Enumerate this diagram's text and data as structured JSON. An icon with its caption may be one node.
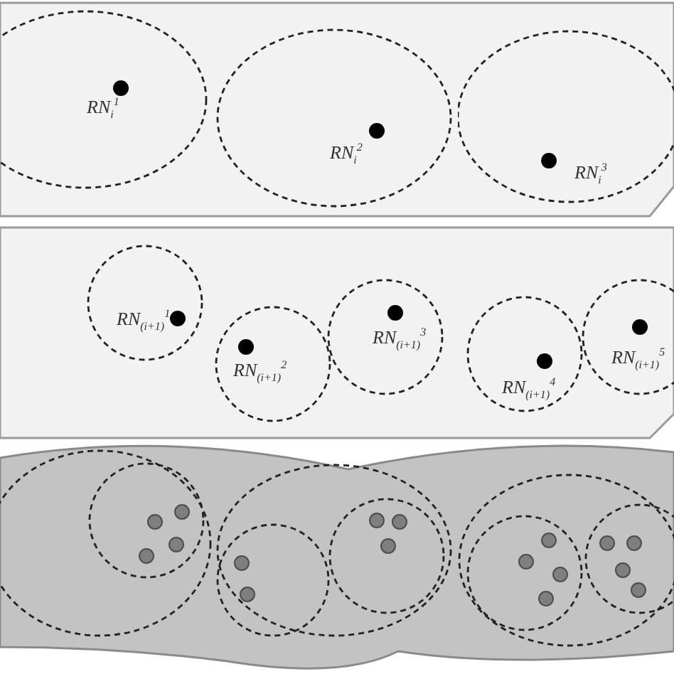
{
  "diagram": {
    "nodes": [
      {
        "text": [],
        "shape": "box"
      },
      {
        "text": [
          "RN$_{i}$$^{1}$"
        ],
        "in": 0
      },
      {
        "text": [
          "RN$_{i}$$^{2}$"
        ],
        "in": 0
      },
      {
        "text": [
          "RN$_{i}$$^{3}$"
        ],
        "in": 0
      },
      {
        "text": [],
        "shape": "box"
      },
      {
        "text": [
          "RN$_{(i+1)}$$^{1}$"
        ],
        "in": 4
      },
      {
        "text": [
          "RN$_{(i+1)}$$^{2}$"
        ],
        "in": 4
      },
      {
        "text": [
          "RN$_{(i+1)}$$^{3}$"
        ],
        "in": 4
      },
      {
        "text": [
          "RN$_{(i+1)}$$^{4}$"
        ],
        "in": 4
      },
      {
        "text": [
          "RN$_{(i+1)}$$^{5}$"
        ],
        "in": 4
      },
      {
        "text": [],
        "shape": "cloud"
      },
      {
        "text": [],
        "shape": "circle",
        "in": 10
      },
      {
        "text": [],
        "shape": "circle",
        "in": 11
      },
      {
        "text": [],
        "shape": "circle",
        "in": 10
      },
      {
        "text": [],
        "shape": "circle",
        "in": 13
      },
      {
        "text": [],
        "shape": "circle",
        "in": 13
      },
      {
        "text": [],
        "shape": "circle",
        "in": 10
      },
      {
        "text": [],
        "shape": "circle",
        "in": 16
      },
      {
        "text": [],
        "shape": "circle",
        "in": 16
      }
    ]
  }
}
